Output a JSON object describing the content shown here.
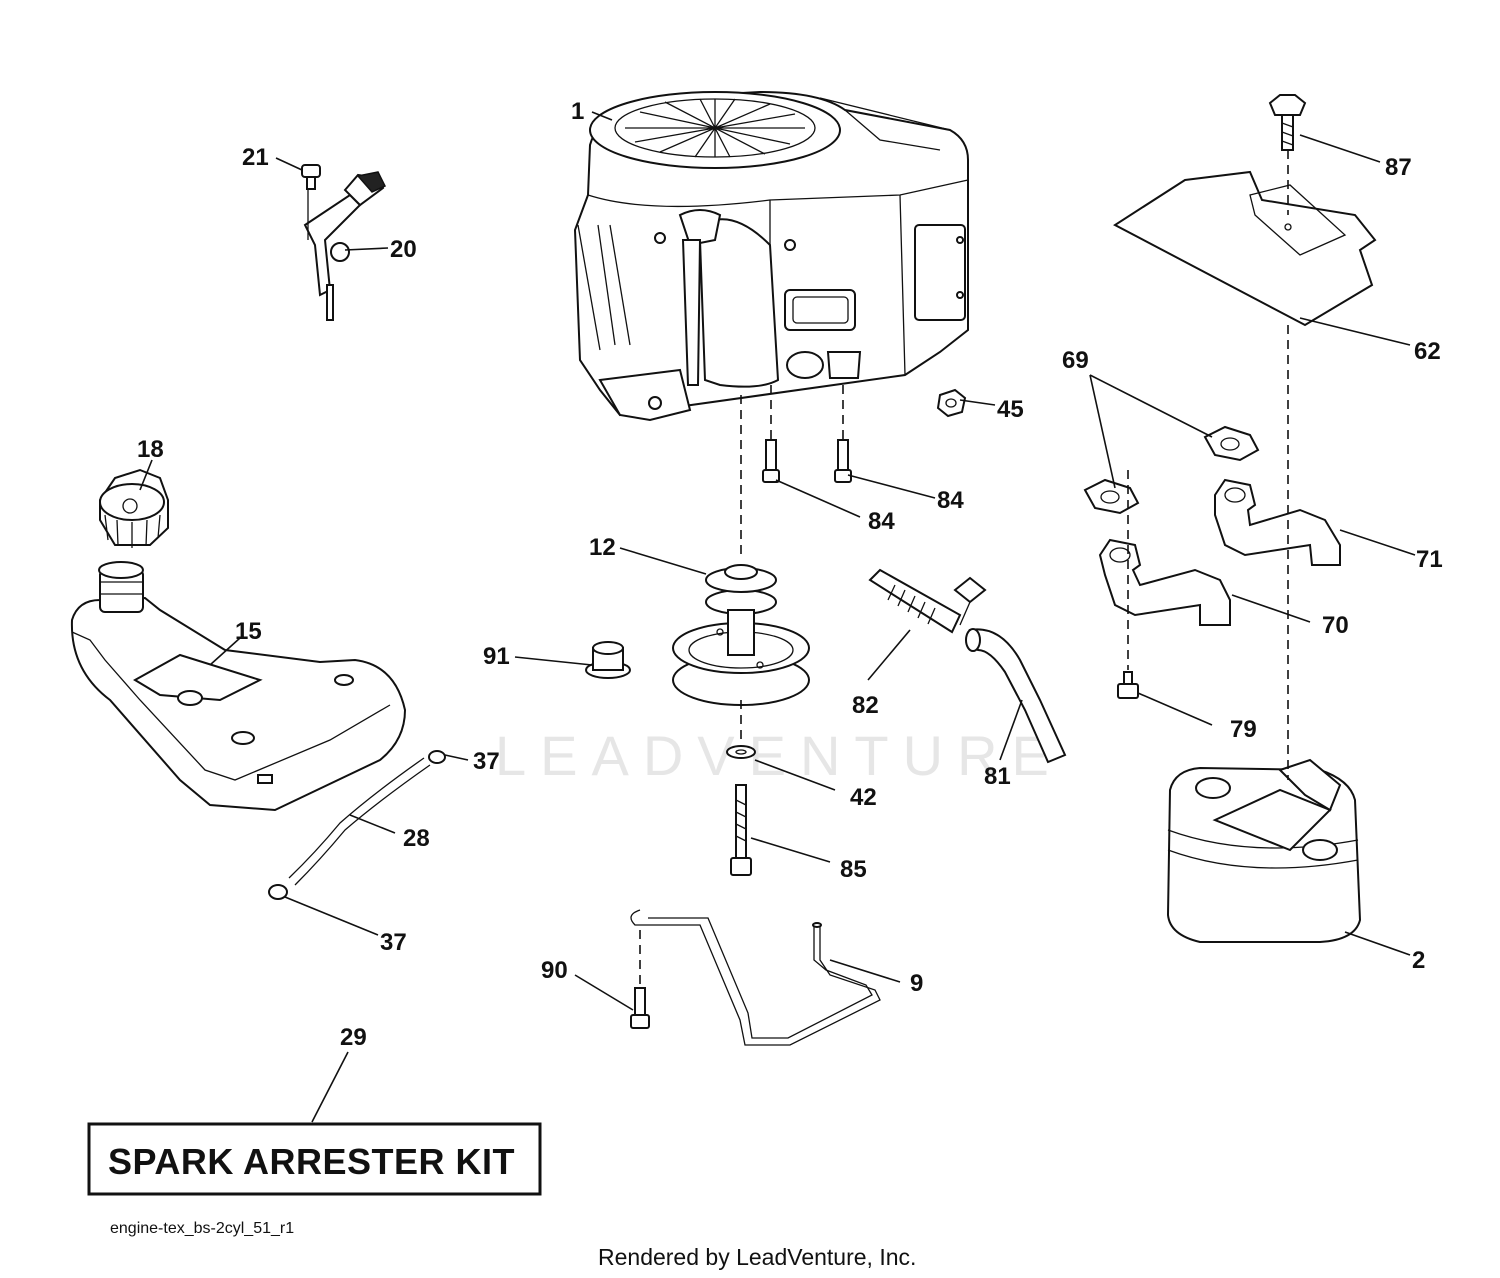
{
  "callouts": {
    "c1": "1",
    "c2": "2",
    "c9": "9",
    "c12": "12",
    "c15": "15",
    "c18": "18",
    "c20": "20",
    "c21": "21",
    "c28": "28",
    "c29": "29",
    "c37a": "37",
    "c37b": "37",
    "c42": "42",
    "c45": "45",
    "c62": "62",
    "c69": "69",
    "c70": "70",
    "c71": "71",
    "c79": "79",
    "c81": "81",
    "c82": "82",
    "c84a": "84",
    "c84b": "84",
    "c85": "85",
    "c87": "87",
    "c90": "90",
    "c91": "91"
  },
  "kit_box": {
    "label": "SPARK ARRESTER KIT"
  },
  "drawing_code": "engine-tex_bs-2cyl_51_r1",
  "footer": "Rendered by LeadVenture, Inc.",
  "watermark": "LEADVENTURE"
}
